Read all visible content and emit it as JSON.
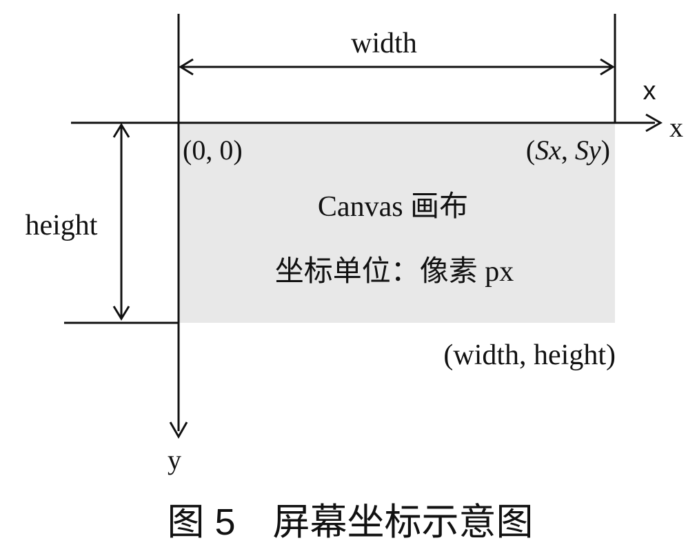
{
  "diagram": {
    "width_label": "width",
    "height_label": "height",
    "origin_label": "(0, 0)",
    "corner_label": "(Sx, Sy)",
    "corner_open": "(",
    "corner_sx": "Sx",
    "corner_comma": ", ",
    "corner_sy": "Sy",
    "corner_close": ")",
    "bottom_right_label": "(width, height)",
    "canvas_title": "Canvas 画布",
    "canvas_unit": "坐标单位：像素 px",
    "x_label_top": "x",
    "x_axis_label": "x",
    "y_axis_label": "y",
    "caption": "图 5　屏幕坐标示意图",
    "canvas_fill": "#e8e8e8",
    "line_color": "#111111"
  }
}
